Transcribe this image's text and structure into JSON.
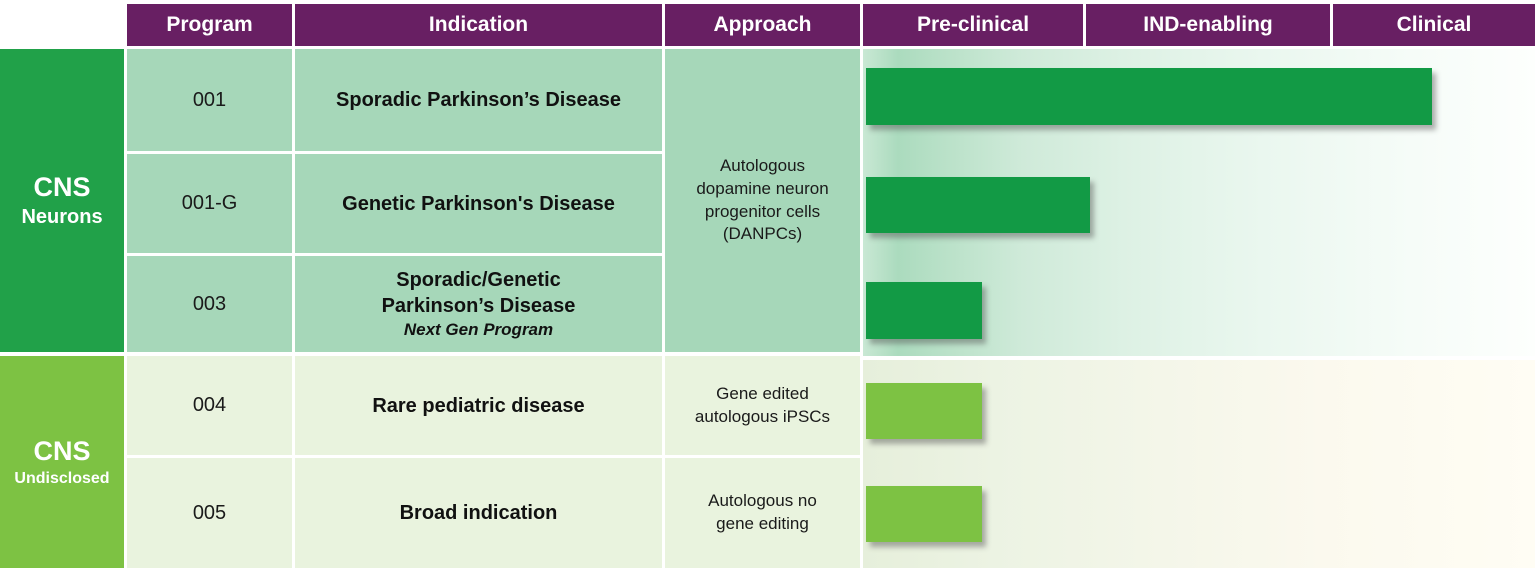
{
  "header": {
    "columns": {
      "program": "Program",
      "indication": "Indication",
      "approach": "Approach"
    },
    "stages": {
      "preclinical": "Pre-clinical",
      "ind_enabling": "IND-enabling",
      "clinical": "Clinical"
    }
  },
  "groups": [
    {
      "title": "CNS",
      "subtitle": "Neurons"
    },
    {
      "title": "CNS",
      "subtitle": "Undisclosed"
    }
  ],
  "rows": [
    {
      "program": "001",
      "indication": "Sporadic Parkinson’s Disease"
    },
    {
      "program": "001-G",
      "indication": "Genetic Parkinson's Disease"
    },
    {
      "program": "003",
      "indication_lines": [
        "Sporadic/Genetic",
        "Parkinson’s Disease"
      ],
      "note": "Next Gen Program"
    },
    {
      "program": "004",
      "indication": "Rare pediatric disease",
      "approach_lines": [
        "Gene edited",
        "autologous iPSCs"
      ]
    },
    {
      "program": "005",
      "indication": "Broad indication",
      "approach_lines": [
        "Autologous no",
        "gene editing"
      ]
    }
  ],
  "approach_merged_lines": [
    "Autologous",
    "dopamine neuron",
    "progenitor cells",
    "(DANPCs)"
  ],
  "colors": {
    "header_purple": "#681f63",
    "group_dark_green": "#21a149",
    "group_light_green": "#7dc243",
    "bar_dark_green": "#129a45",
    "bar_light_green": "#7dc243",
    "cell_green": "#a6d7b9",
    "cell_pale_green": "#e9f3de",
    "text_white": "#ffffff",
    "text_dark": "#1a1a1a"
  },
  "chart_data": {
    "type": "bar",
    "orientation": "horizontal",
    "title": "Therapeutic pipeline progress by program",
    "stages": [
      "Pre-clinical",
      "IND-enabling",
      "Clinical"
    ],
    "categories": [
      "001",
      "001-G",
      "003",
      "004",
      "005"
    ],
    "values_stage_units": [
      2.5,
      1.05,
      0.55,
      0.55,
      0.55
    ],
    "stage_reached": [
      "Clinical",
      "IND-enabling",
      "Pre-clinical",
      "Pre-clinical",
      "Pre-clinical"
    ],
    "xlim": [
      0,
      3
    ],
    "grid": false,
    "legend": "none",
    "series": [
      {
        "name": "CNS Neurons",
        "programs": [
          "001",
          "001-G",
          "003"
        ],
        "color": "#129a45"
      },
      {
        "name": "CNS Undisclosed",
        "programs": [
          "004",
          "005"
        ],
        "color": "#7dc243"
      }
    ]
  }
}
